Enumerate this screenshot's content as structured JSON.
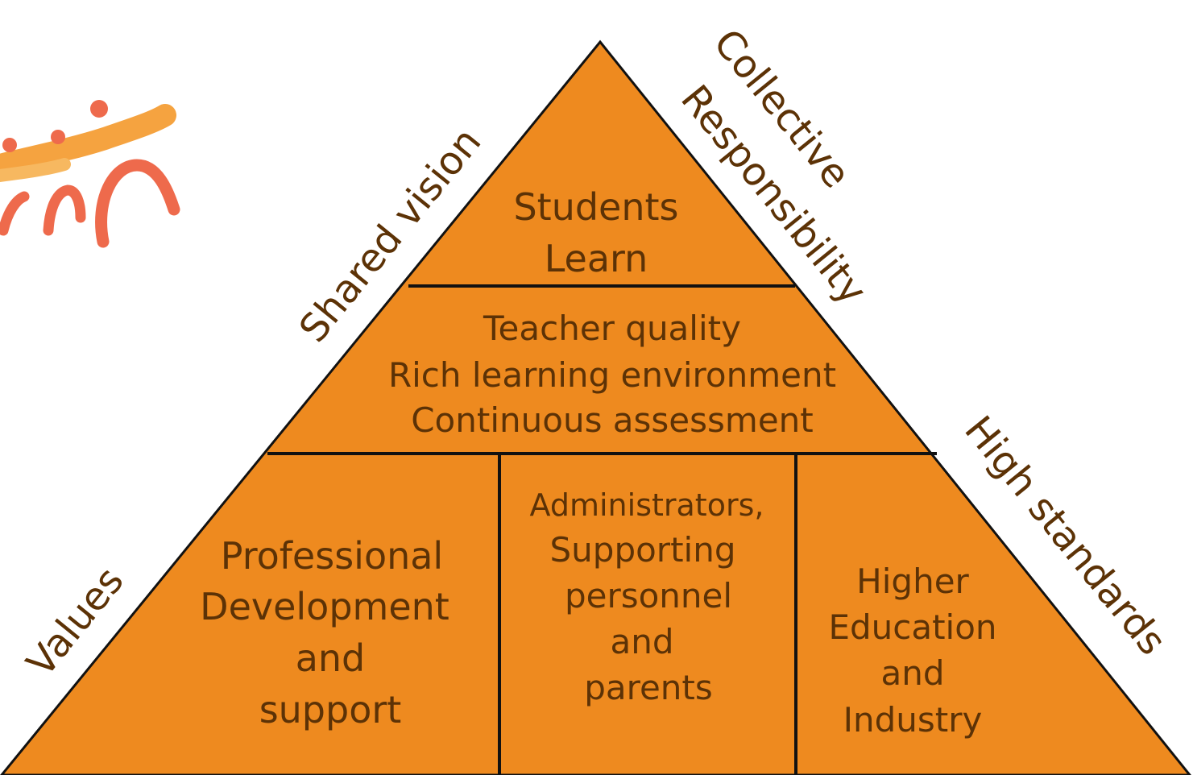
{
  "colors": {
    "pyramid_fill": "#ee8a1f",
    "pyramid_stroke": "#111111",
    "text": "#5c3206",
    "logo_orange": "#f5a340",
    "logo_red": "#ee6a4c"
  },
  "pyramid": {
    "top": [
      "Students",
      "Learn"
    ],
    "middle": [
      "Teacher quality",
      "Rich learning environment",
      "Continuous assessment"
    ],
    "base_left": [
      "Professional",
      "Development",
      "and",
      "support"
    ],
    "base_center": [
      "Administrators,",
      "Supporting",
      "personnel",
      "and",
      "parents"
    ],
    "base_right": [
      "Higher",
      "Education",
      "and",
      "Industry"
    ]
  },
  "side_labels": {
    "shared_vision": "Shared vision",
    "collective": "Collective",
    "responsibility": "Responsibility",
    "values": "Values",
    "high_standards": "High standards"
  },
  "logo": {
    "icon": "people-figures-logo-icon"
  }
}
